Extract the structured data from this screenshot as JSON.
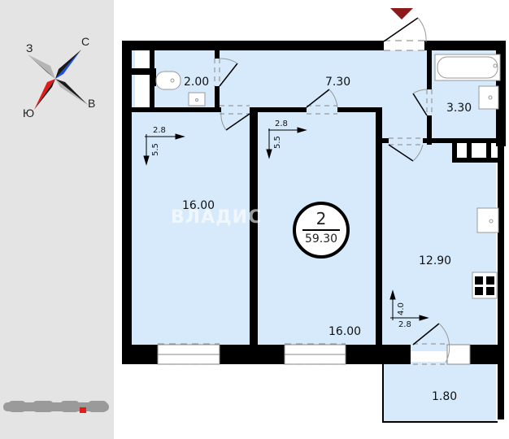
{
  "compass": {
    "north": "С",
    "east": "В",
    "south": "Ю",
    "west": "З",
    "north_color": "#1a4fe8",
    "south_color": "#e31b1b",
    "dark_color": "#1a1a1a",
    "light_color": "#b5b5b5"
  },
  "entrance_marker_color": "#8b1a1a",
  "colors": {
    "room_fill": "#d6eafb",
    "wall": "#000000",
    "sidebar_bg": "#e4e4e4"
  },
  "apartment": {
    "rooms_count": "2",
    "total_area": "59.30"
  },
  "rooms": [
    {
      "id": "wc",
      "area": "2.00"
    },
    {
      "id": "hallway",
      "area": "7.30"
    },
    {
      "id": "bathroom",
      "area": "3.30"
    },
    {
      "id": "bedroom-left",
      "area": "16.00",
      "dim_w": "2.8",
      "dim_h": "5.5"
    },
    {
      "id": "bedroom-middle",
      "area": "16.00",
      "dim_w": "2.8",
      "dim_h": "5.5"
    },
    {
      "id": "kitchen",
      "area": "12.90",
      "dim_w": "2.8",
      "dim_h": "4.0"
    },
    {
      "id": "balcony",
      "area": "1.80"
    }
  ],
  "watermark": "ВЛАДИС"
}
